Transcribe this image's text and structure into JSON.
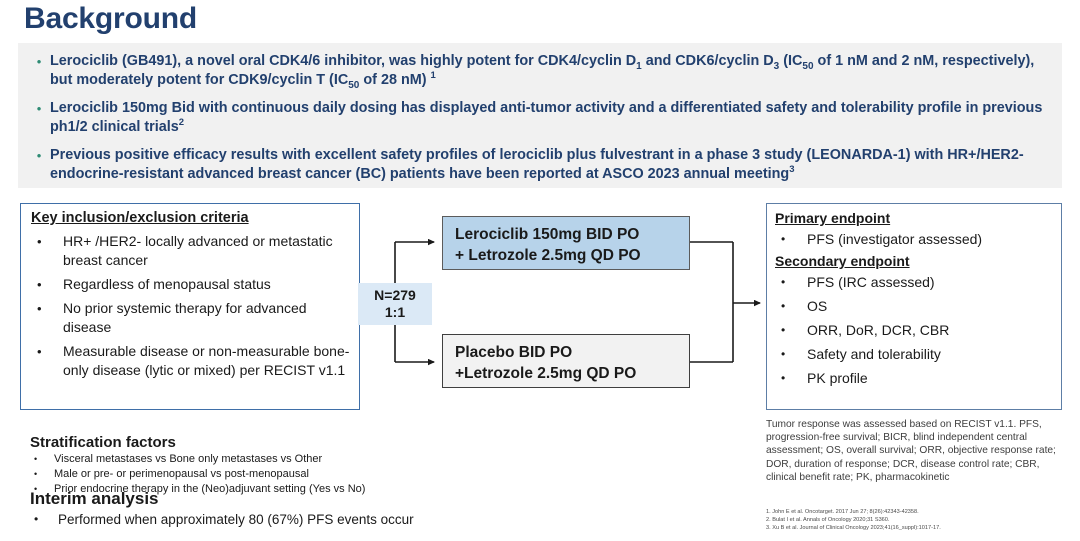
{
  "title": "Background",
  "bullet_glyph": "•",
  "colors": {
    "title_navy": "#22406e",
    "band_bg": "#f1f1f1",
    "band_bullet_teal": "#2e8b74",
    "arm_a_fill": "#b7d3ea",
    "arm_b_fill": "#f2f2f2",
    "rand_fill": "#dbe9f6",
    "crit_border": "#3f6fa8",
    "ep_border": "#5d7ea6"
  },
  "background_bullets": [
    "Lerociclib (GB491), a novel oral CDK4/6 inhibitor, was highly potent for CDK4/cyclin D₁ and CDK6/cyclin D₃ (IC₅₀ of 1 nM and 2 nM, respectively), but moderately potent for CDK9/cyclin T (IC₅₀ of 28 nM) ¹",
    "Lerociclib 150mg Bid with continuous daily dosing has displayed anti-tumor activity and a differentiated safety and tolerability profile in previous ph1/2 clinical trials²",
    "Previous positive efficacy results with excellent safety profiles of lerociclib plus fulvestrant in a phase 3 study (LEONARDA-1) with HR+/HER2- endocrine-resistant advanced breast cancer (BC) patients have been reported at ASCO 2023 annual meeting³"
  ],
  "criteria": {
    "heading": "Key inclusion/exclusion criteria",
    "items": [
      "HR+ /HER2- locally advanced or metastatic breast cancer",
      "Regardless of menopausal status",
      "No prior systemic therapy for advanced disease",
      "Measurable disease or non-measurable bone-only disease (lytic or mixed) per RECIST v1.1"
    ]
  },
  "randomization": {
    "n_label": "N=279",
    "ratio_label": "1:1"
  },
  "arms": [
    {
      "line1": "Lerociclib 150mg BID PO",
      "line2": "+ Letrozole 2.5mg QD PO"
    },
    {
      "line1": "Placebo BID PO",
      "line2": "+Letrozole 2.5mg QD PO"
    }
  ],
  "endpoints": {
    "primary_heading": "Primary endpoint",
    "primary_items": [
      "PFS (investigator assessed)"
    ],
    "secondary_heading": "Secondary endpoint",
    "secondary_items": [
      "PFS (IRC assessed)",
      "OS",
      "ORR, DoR, DCR, CBR",
      "Safety and tolerability",
      "PK profile"
    ]
  },
  "stratification": {
    "heading": "Stratification factors",
    "items": [
      "Visceral metastases vs Bone only metastases vs Other",
      "Male or pre- or perimenopausal vs post-menopausal",
      "Prior endocrine therapy in the (Neo)adjuvant setting (Yes vs No)"
    ]
  },
  "interim": {
    "heading": "Interim analysis",
    "items": [
      "Performed when approximately 80 (67%) PFS events occur"
    ]
  },
  "footnote": "Tumor response was assessed based on RECIST v1.1. PFS, progression-free survival; BICR, blind independent central assessment; OS, overall survival; ORR, objective response rate; DOR, duration of response; DCR, disease control rate; CBR, clinical benefit rate; PK, pharmacokinetic",
  "references": [
    "1. John E et al. Oncotarget. 2017 Jun 27; 8(26):42343-42358.",
    "2. Bulat I et al. Annals of Oncology 2020;31 S360.",
    "3. Xu B et al. Journal of Clinical Oncology 2023;41(16_suppl):1017-17."
  ]
}
